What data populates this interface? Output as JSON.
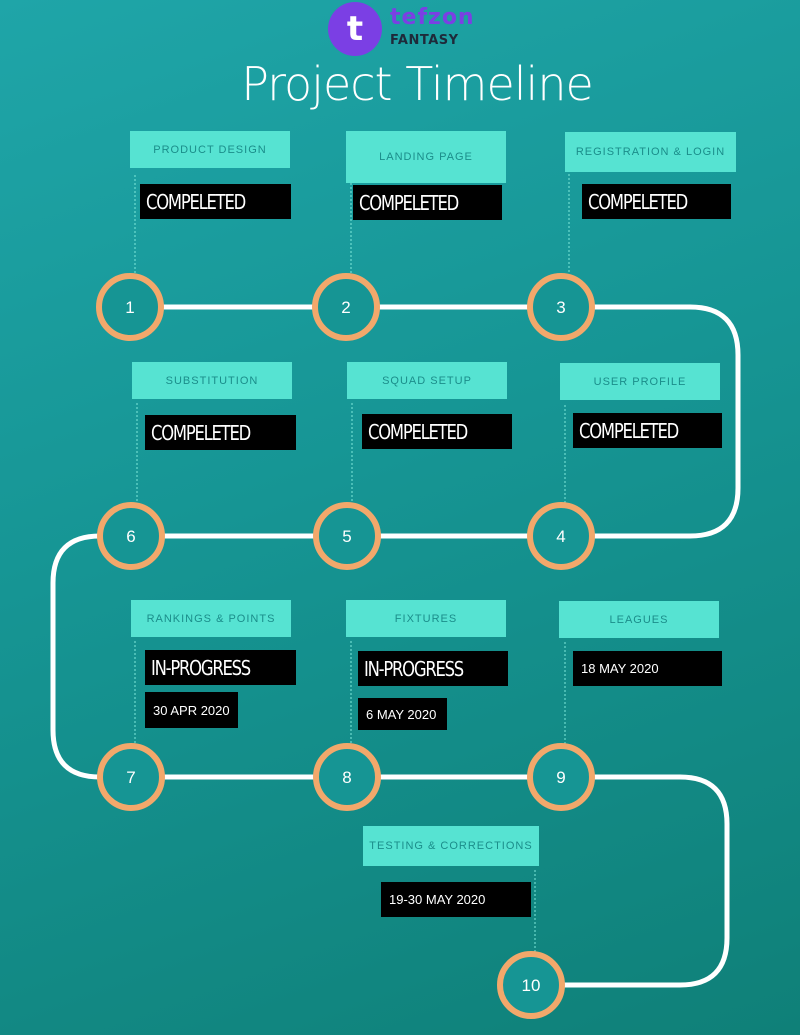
{
  "logo": {
    "glyph": "t",
    "name": "tefzon",
    "subtitle": "FANTASY",
    "brand_color": "#7b3fe4"
  },
  "title": "Project Timeline",
  "colors": {
    "background": "#169594",
    "label_box": "#56e3d2",
    "label_text": "#1b8d8a",
    "status_box": "#000000",
    "node_ring": "#f2a86b",
    "path_line": "#ffffff"
  },
  "milestones": [
    {
      "number": "1",
      "label": "PRODUCT DESIGN",
      "status": "COMPELETED"
    },
    {
      "number": "2",
      "label": "LANDING PAGE",
      "status": "COMPELETED"
    },
    {
      "number": "3",
      "label": "REGISTRATION & LOGIN",
      "status": "COMPELETED"
    },
    {
      "number": "4",
      "label": "USER PROFILE",
      "status": "COMPELETED"
    },
    {
      "number": "5",
      "label": "SQUAD SETUP",
      "status": "COMPELETED"
    },
    {
      "number": "6",
      "label": "SUBSTITUTION",
      "status": "COMPELETED"
    },
    {
      "number": "7",
      "label": "RANKINGS & POINTS",
      "status": "IN-PROGRESS",
      "date": "30 APR 2020"
    },
    {
      "number": "8",
      "label": "FIXTURES",
      "status": "IN-PROGRESS",
      "date": "6 MAY 2020"
    },
    {
      "number": "9",
      "label": "LEAGUES",
      "date": "18 MAY 2020"
    },
    {
      "number": "10",
      "label": "TESTING & CORRECTIONS",
      "date": "19-30 MAY 2020"
    }
  ]
}
